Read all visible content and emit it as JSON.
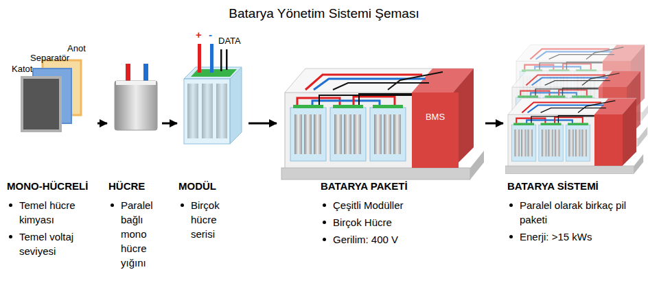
{
  "diagram": {
    "title": "Batarya Yönetim Sistemi Şeması",
    "nodes": [
      {
        "text": [
          "MONO-HÜCRELİ",
          "Temel hücre kimyası",
          "Temel voltaj seviyesi"
        ]
      },
      {
        "text": [
          "HÜCRE",
          "Paralel bağlı mono hücre yığını"
        ]
      },
      {
        "text": [
          "MODÜL",
          "Birçok hücre serisi"
        ]
      },
      {
        "text": [
          "BATARYA PAKETİ",
          "Çeşitli Modüller",
          "Birçok Hücre",
          "Gerilim: 400 V"
        ]
      },
      {
        "text": [
          "BMS"
        ],
        "in": 3
      },
      {
        "text": [
          "BATARYA SİSTEMİ",
          "Paralel olarak birkaç pil paketi",
          "Enerji: >15 kWs"
        ]
      }
    ],
    "edges": [
      {
        "from": 0,
        "to": 1,
        "arrow": "to"
      },
      {
        "from": 1,
        "to": 2,
        "arrow": "to"
      },
      {
        "from": 2,
        "to": 3,
        "arrow": "to"
      },
      {
        "from": 3,
        "to": 5,
        "arrow": "to"
      }
    ],
    "labels": [
      "Katot",
      "Separatör",
      "Anot",
      "+",
      "-",
      "DATA"
    ]
  }
}
